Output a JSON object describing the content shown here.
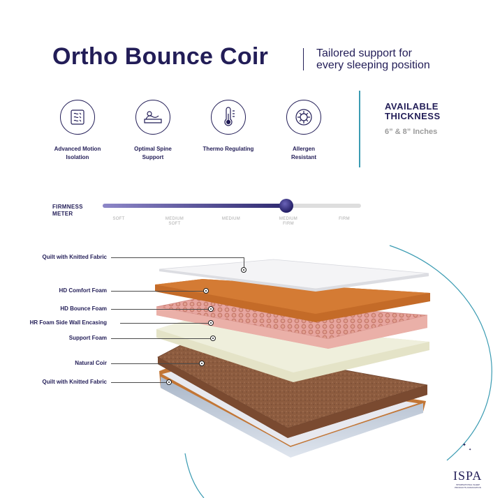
{
  "header": {
    "title": "Ortho Bounce Coir",
    "tagline_line1": "Tailored support for",
    "tagline_line2": "every sleeping position"
  },
  "features": [
    {
      "icon": "motion-isolation-icon",
      "label_line1": "Advanced Motion",
      "label_line2": "Isolation"
    },
    {
      "icon": "spine-support-icon",
      "label_line1": "Optimal Spine",
      "label_line2": "Support"
    },
    {
      "icon": "thermometer-icon",
      "label_line1": "Thermo Regulating",
      "label_line2": ""
    },
    {
      "icon": "allergen-icon",
      "label_line1": "Allergen",
      "label_line2": "Resistant"
    }
  ],
  "thickness": {
    "title_line1": "AVAILABLE",
    "title_line2": "THICKNESS",
    "value": "6” & 8” Inches"
  },
  "firmness": {
    "title_line1": "FIRMNESS",
    "title_line2": "METER",
    "level_fraction": 0.71,
    "ticks": [
      {
        "line1": "SOFT",
        "line2": ""
      },
      {
        "line1": "MEDIUM",
        "line2": "SOFT"
      },
      {
        "line1": "MEDIUM",
        "line2": ""
      },
      {
        "line1": "MEDIUM",
        "line2": "FIRM"
      },
      {
        "line1": "FIRM",
        "line2": ""
      }
    ]
  },
  "layers": [
    {
      "label": "Quilt with Knitted Fabric"
    },
    {
      "label": "HD Comfort Foam"
    },
    {
      "label": "HD Bounce Foam"
    },
    {
      "label": "HR Foam Side Wall Encasing"
    },
    {
      "label": "Support Foam"
    },
    {
      "label": "Natural Coir"
    },
    {
      "label": "Quilt with Knitted Fabric"
    }
  ],
  "badge": {
    "name": "ISPA",
    "subtitle": "INTERNATIONAL SLEEP PRODUCTS ASSOCIATION"
  },
  "colors": {
    "brand_navy": "#221d57",
    "accent_teal": "#3a9bb2",
    "comfort_foam": "#c9722a",
    "bounce_foam": "#e8a0a0",
    "support_foam": "#eeeed8",
    "coir": "#8a5a3b"
  }
}
